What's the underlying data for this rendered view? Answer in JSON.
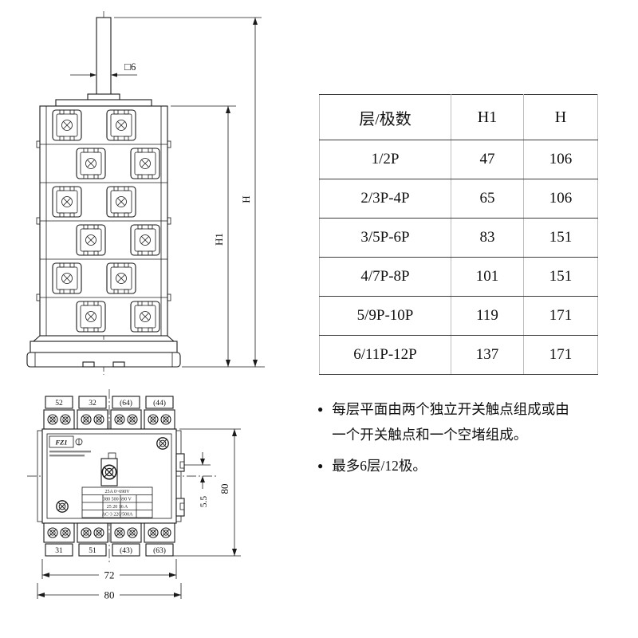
{
  "front_view": {
    "shaft_dim": "□6",
    "dim_h1": "H1",
    "dim_h": "H"
  },
  "spec_table": {
    "headers": [
      "层/极数",
      "H1",
      "H"
    ],
    "rows": [
      [
        "1/2P",
        "47",
        "106"
      ],
      [
        "2/3P-4P",
        "65",
        "106"
      ],
      [
        "3/5P-6P",
        "83",
        "151"
      ],
      [
        "4/7P-8P",
        "101",
        "151"
      ],
      [
        "5/9P-10P",
        "119",
        "171"
      ],
      [
        "6/11P-12P",
        "137",
        "171"
      ]
    ]
  },
  "top_view": {
    "terminals_top": [
      "52",
      "32",
      "(64)",
      "(44)"
    ],
    "terminals_bottom": [
      "31",
      "51",
      "(43)",
      "(63)"
    ],
    "brand": "FZ1",
    "nameplate_rows": [
      "25A 0~690V",
      "380 500 690 V",
      "25 20 16 A",
      "AC-3 220/500A"
    ],
    "dim_height": "80",
    "dim_offset": "5.5",
    "dim_inner_width": "72",
    "dim_outer_width": "80"
  },
  "notes": {
    "bullet": "●",
    "items": [
      "每层平面由两个独立开关触点组成或由一个开关触点和一个空堵组成。",
      "最多6层/12极。"
    ]
  }
}
